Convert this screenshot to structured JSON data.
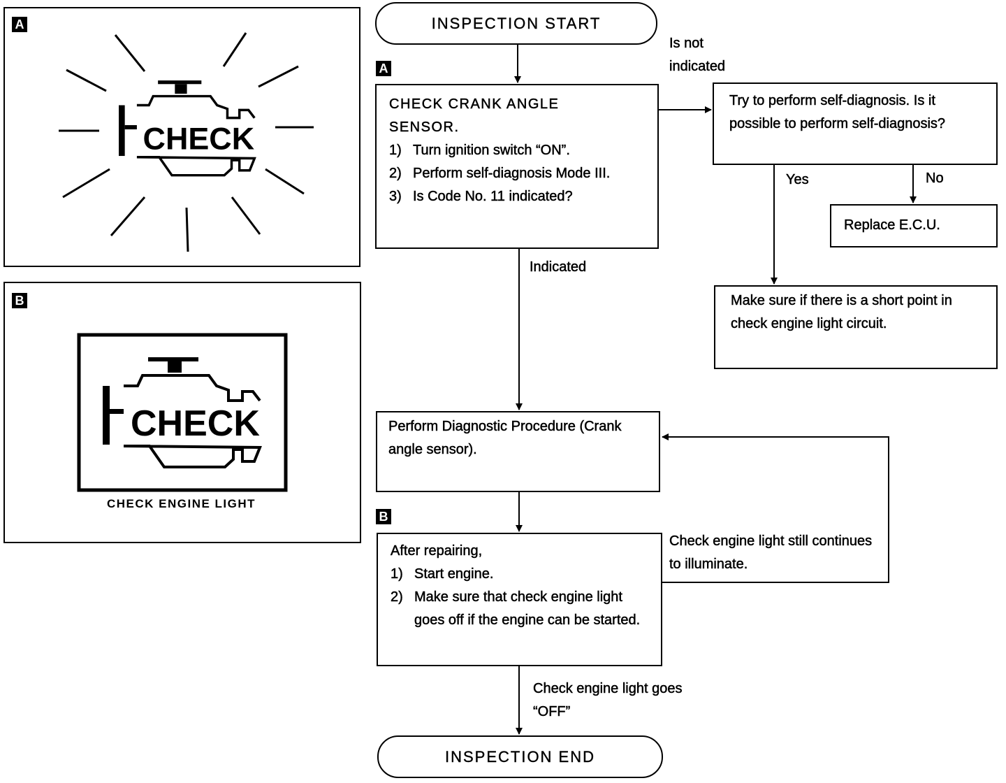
{
  "panels": {
    "a": {
      "badge": "A",
      "icon_text": "CHECK"
    },
    "b": {
      "badge": "B",
      "icon_text": "CHECK",
      "caption": "CHECK ENGINE LIGHT"
    }
  },
  "flow": {
    "start": "INSPECTION START",
    "badge_a": "A",
    "check_sensor": {
      "title_line1": "CHECK CRANK ANGLE",
      "title_line2": "SENSOR.",
      "steps": [
        {
          "n": "1)",
          "text": "Turn ignition switch “ON”."
        },
        {
          "n": "2)",
          "text": "Perform self-diagnosis Mode III."
        },
        {
          "n": "3)",
          "text": "Is Code No. 11 indicated?"
        }
      ]
    },
    "not_indicated_label": "Is not indicated",
    "try_self_diag": "Try to perform self-diagnosis. Is it possible to perform self-diagnosis?",
    "yes_label": "Yes",
    "no_label": "No",
    "replace_ecu": "Replace E.C.U.",
    "make_sure_short": "Make sure if there is a short point in check engine light circuit.",
    "indicated_label": "Indicated",
    "perform_diag": "Perform Diagnostic Procedure (Crank angle sensor).",
    "badge_b": "B",
    "after_repair": {
      "title": "After repairing,",
      "steps": [
        {
          "n": "1)",
          "text": "Start engine."
        },
        {
          "n": "2)",
          "text": "Make sure that check engine light goes off if the engine can be started."
        }
      ]
    },
    "still_illuminates_label": "Check engine light still continues to illuminate.",
    "goes_off_label": "Check engine light goes “OFF”",
    "end": "INSPECTION END"
  }
}
